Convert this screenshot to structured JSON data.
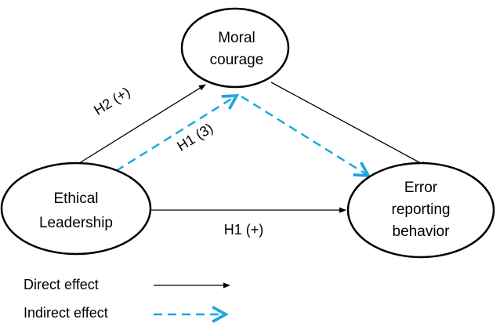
{
  "nodes": {
    "moral_courage": {
      "lines": [
        "Moral",
        "courage"
      ]
    },
    "ethical_leadership": {
      "lines": [
        "Ethical",
        "Leadership"
      ]
    },
    "error_reporting": {
      "lines": [
        "Error",
        "reporting",
        "behavior"
      ]
    }
  },
  "edges": {
    "h2": {
      "label": "H2 (+)",
      "type": "direct"
    },
    "h1_indirect": {
      "label": "H1 (3)",
      "type": "indirect"
    },
    "h1_direct": {
      "label": "H1 (+)",
      "type": "direct"
    },
    "mc_to_err": {
      "label": "",
      "type": "direct"
    }
  },
  "legend": {
    "direct": "Direct effect",
    "indirect": "Indirect effect"
  },
  "colors": {
    "direct": "#000000",
    "indirect": "#1ea7e0"
  }
}
